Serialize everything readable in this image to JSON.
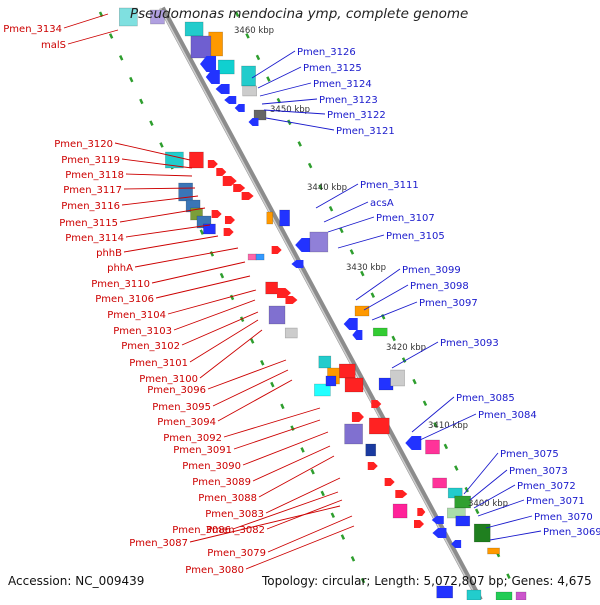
{
  "title": "Pseudomonas mendocina ymp, complete genome",
  "footer": {
    "accession": "Accession: NC_009439",
    "topology": "Topology: circular; Length: 5,072,807 bp; Genes: 4,675"
  },
  "colors": {
    "left_labels": "#cc0000",
    "right_labels": "#1a1acc",
    "backbone": "#8c8c8c",
    "dash_track": "#2e9e2e",
    "forward_genes": "#ee1111",
    "reverse_genes": "#1111dd"
  },
  "kbp_ticks": [
    "3460 kbp",
    "3450 kbp",
    "3440 kbp",
    "3430 kbp",
    "3420 kbp",
    "3410 kbp",
    "3400 kbp"
  ],
  "left_labels": [
    "Pmen_3134",
    "malS",
    "Pmen_3120",
    "Pmen_3119",
    "Pmen_3118",
    "Pmen_3117",
    "Pmen_3116",
    "Pmen_3115",
    "Pmen_3114",
    "phhB",
    "phhA",
    "Pmen_3110",
    "Pmen_3106",
    "Pmen_3104",
    "Pmen_3103",
    "Pmen_3102",
    "Pmen_3101",
    "Pmen_3100",
    "Pmen_3096",
    "Pmen_3095",
    "Pmen_3094",
    "Pmen_3092",
    "Pmen_3091",
    "Pmen_3090",
    "Pmen_3089",
    "Pmen_3088",
    "Pmen_3083",
    "Pmen_3086",
    "Pmen_3082",
    "Pmen_3087",
    "Pmen_3079",
    "Pmen_3080"
  ],
  "right_labels": [
    "Pmen_3126",
    "Pmen_3125",
    "Pmen_3124",
    "Pmen_3123",
    "Pmen_3122",
    "Pmen_3121",
    "Pmen_3111",
    "acsA",
    "Pmen_3107",
    "Pmen_3105",
    "Pmen_3099",
    "Pmen_3098",
    "Pmen_3097",
    "Pmen_3093",
    "Pmen_3085",
    "Pmen_3084",
    "Pmen_3075",
    "Pmen_3073",
    "Pmen_3072",
    "Pmen_3071",
    "Pmen_3070",
    "Pmen_3069"
  ]
}
